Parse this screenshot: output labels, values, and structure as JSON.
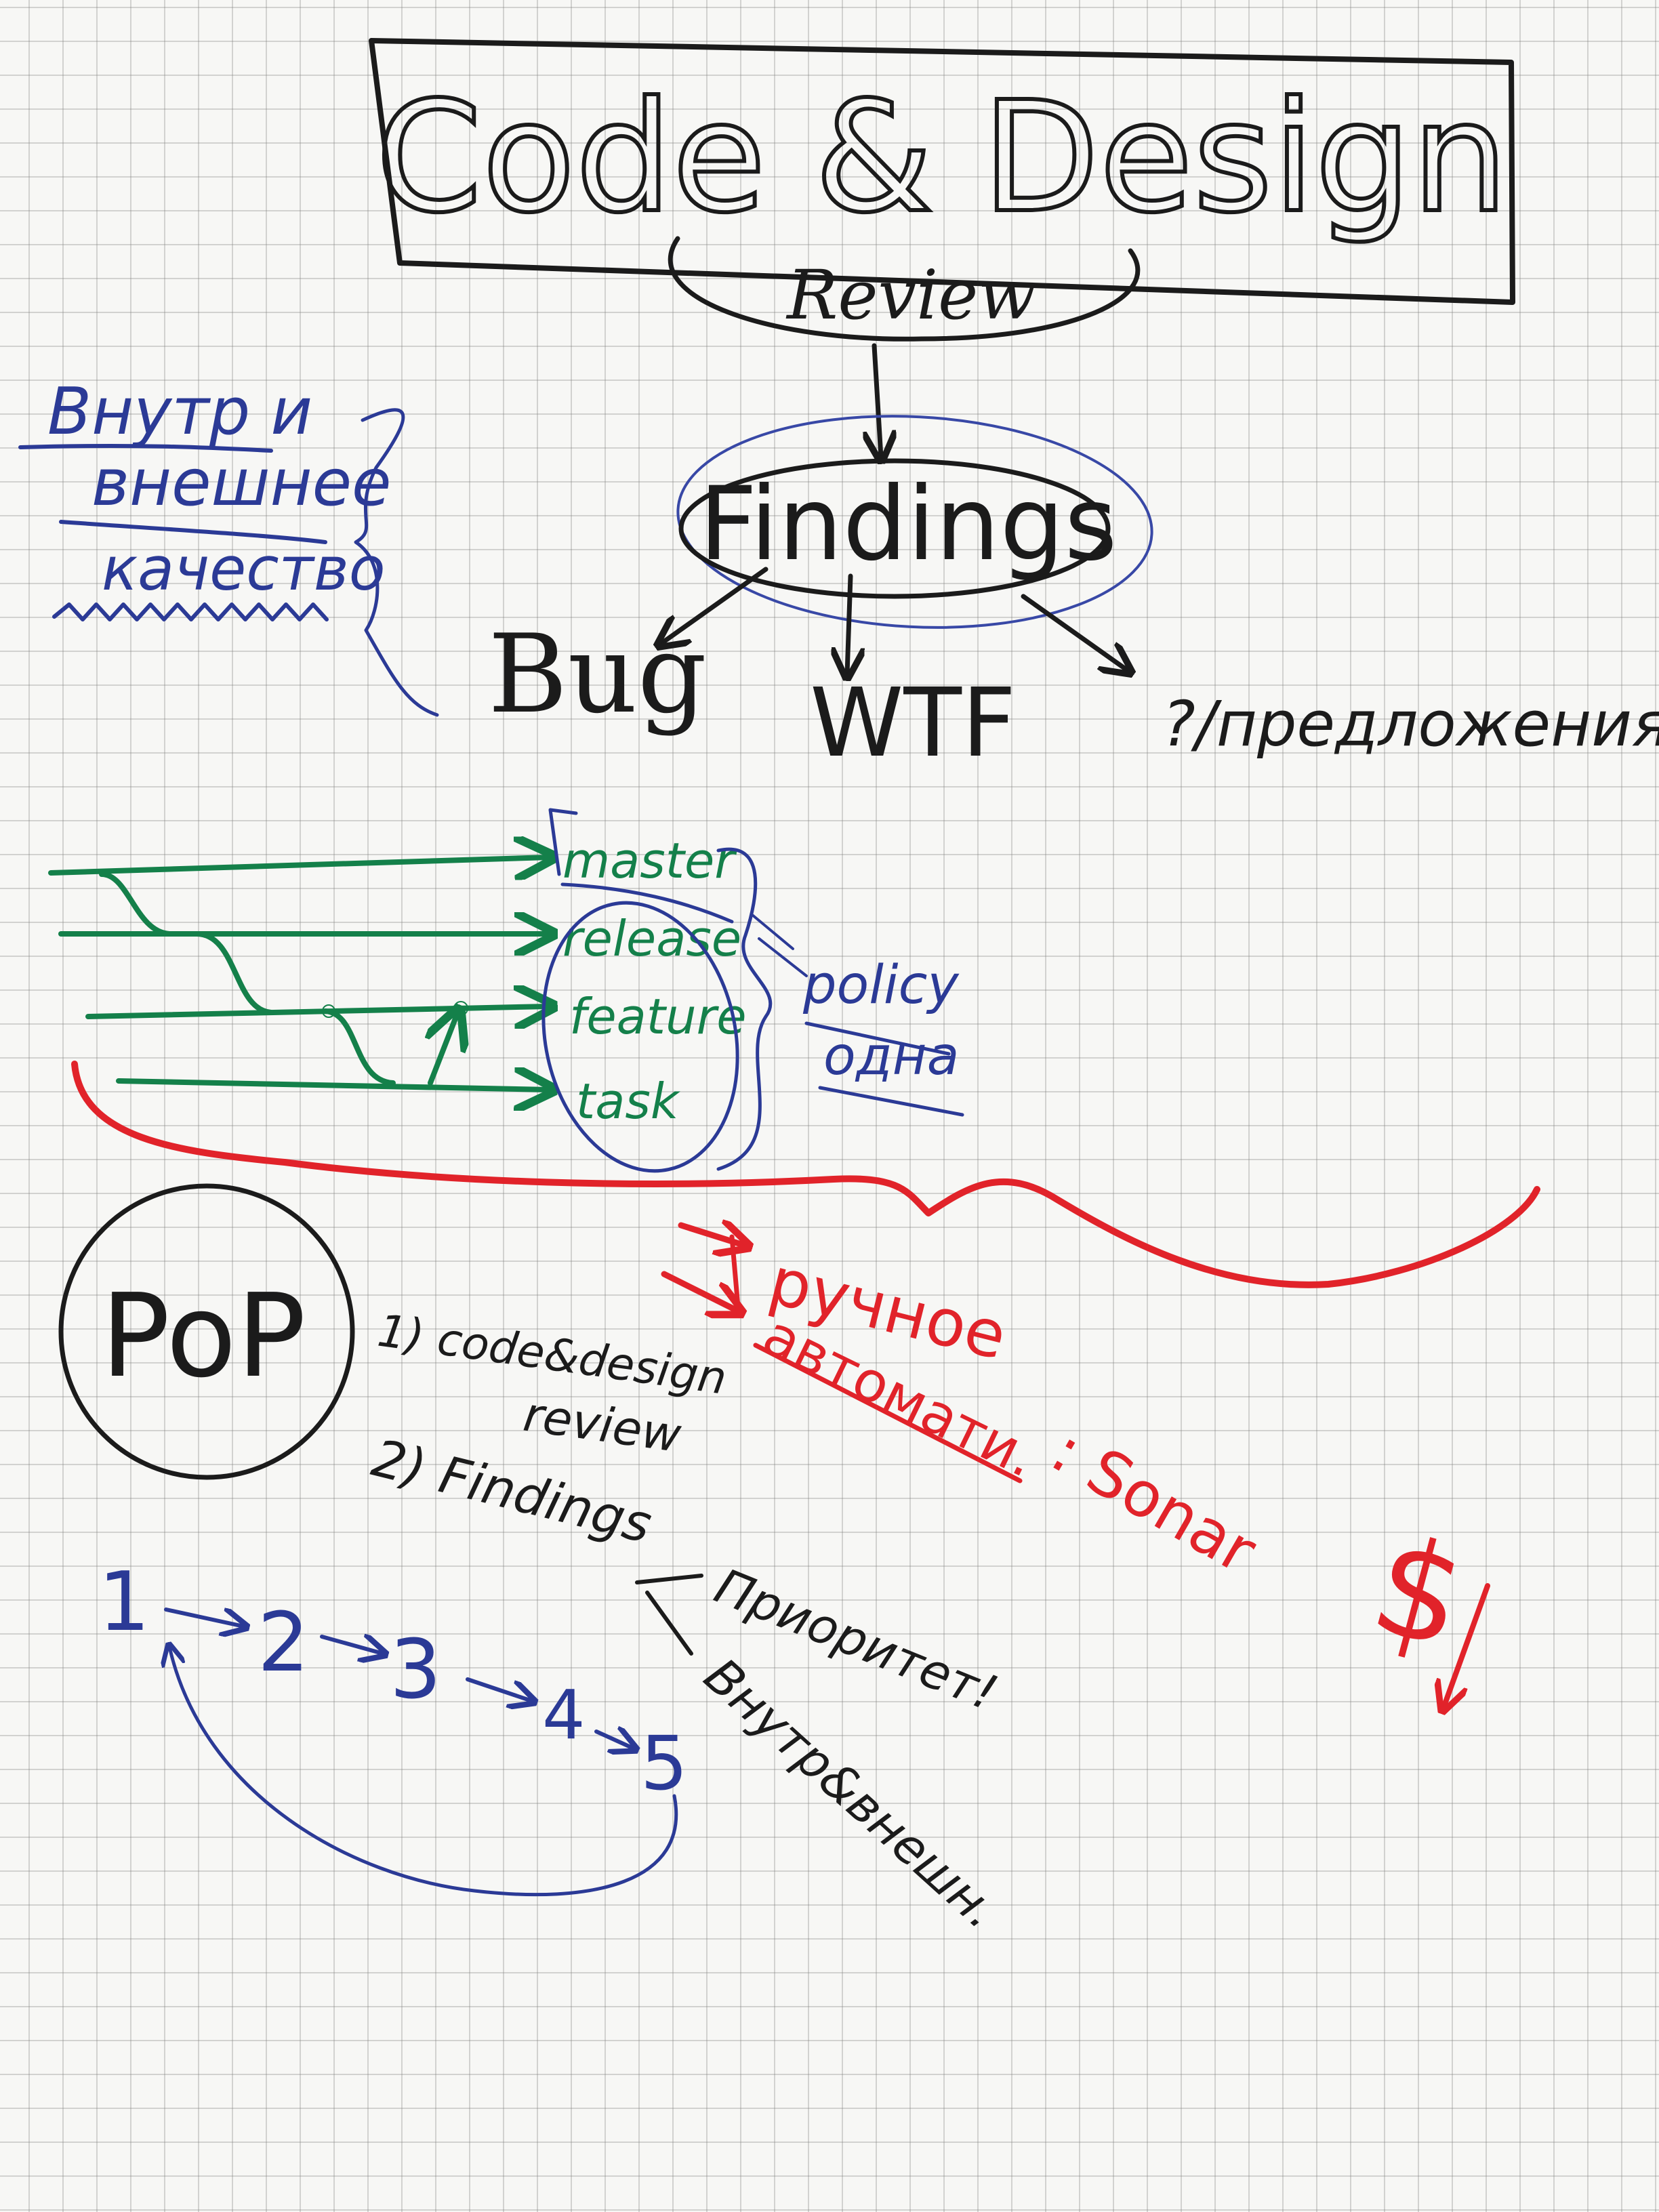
{
  "title": {
    "main": "Code & Design",
    "sub": "Review"
  },
  "center_node": "Findings",
  "categories": [
    "Bug",
    "WTF",
    "?/предложения"
  ],
  "side_note": {
    "line1": "Внутр и",
    "line2": "внешнее",
    "line3": "качество"
  },
  "branches": [
    "master",
    "release",
    "feature",
    "task"
  ],
  "policy": {
    "line1": "policy",
    "line2": "одна"
  },
  "pop_label": "PoP",
  "pop_items": {
    "item1_line1": "1) code&design",
    "item1_line2": "review",
    "item2": "2) Findings",
    "sub1": "Приоритет!",
    "sub2": "Внутр&внешн."
  },
  "manual_auto": {
    "manual": "ручное",
    "auto": "автомати.",
    "sonar": ": Sonar"
  },
  "money": "$",
  "sequence": [
    "1",
    "2",
    "3",
    "4",
    "5"
  ],
  "colors": {
    "black_ink": "#1b1b1b",
    "blue_ink": "#2b3a96",
    "green_ink": "#14804a",
    "red_ink": "#e1232a",
    "paper": "#f7f7f5"
  }
}
